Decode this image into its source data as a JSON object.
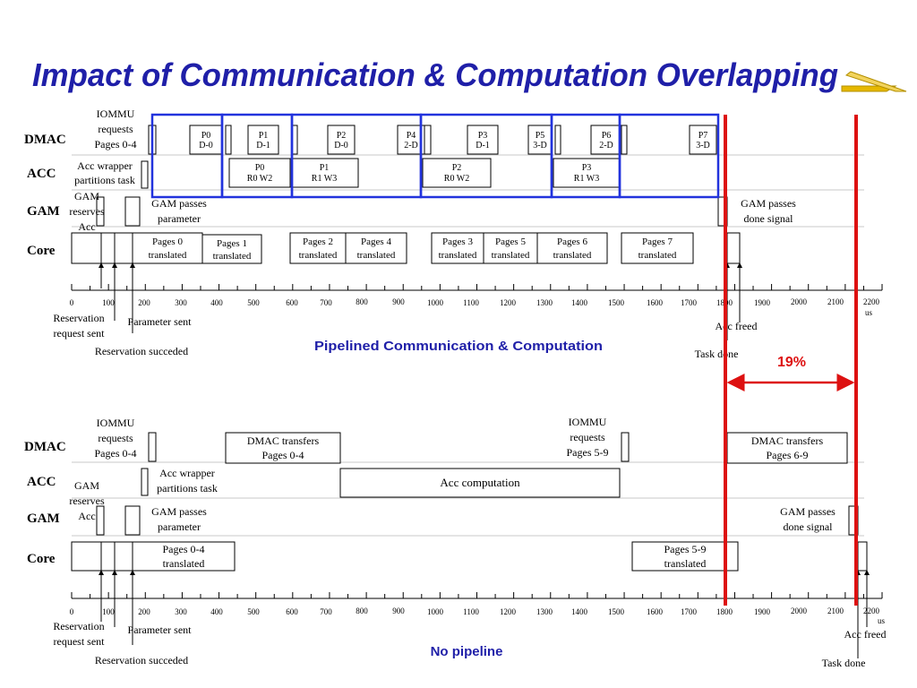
{
  "slide": {
    "title": "Impact of Communication & Computation Overlapping",
    "title_color": "#1f1fa8",
    "ornament_color": "#e6b800",
    "rows": [
      "DMAC",
      "ACC",
      "GAM",
      "Core"
    ],
    "axis_ticks": [
      "0",
      "100",
      "200",
      "300",
      "400",
      "500",
      "600",
      "700",
      "800",
      "900",
      "1000",
      "1100",
      "1200",
      "1300",
      "1400",
      "1500",
      "1600",
      "1700",
      "1800",
      "1900",
      "2000",
      "2100",
      "2200"
    ],
    "axis_unit": "us",
    "highlight_color": "#dd1111",
    "group_color": "#2233dd"
  },
  "pipelined": {
    "caption": "Pipelined Communication & Computation",
    "dmac_boxes": [
      {
        "l1": "P0",
        "l2": "D-0"
      },
      {
        "l1": "P1",
        "l2": "D-1"
      },
      {
        "l1": "P2",
        "l2": "D-0"
      },
      {
        "l1": "P4",
        "l2": "2-D"
      },
      {
        "l1": "P3",
        "l2": "D-1"
      },
      {
        "l1": "P5",
        "l2": "3-D"
      },
      {
        "l1": "P6",
        "l2": "2-D"
      },
      {
        "l1": "P7",
        "l2": "3-D"
      }
    ],
    "acc_boxes": [
      {
        "l1": "P0",
        "l2": "R0 W2"
      },
      {
        "l1": "P1",
        "l2": "R1 W3"
      },
      {
        "l1": "P2",
        "l2": "R0 W2"
      },
      {
        "l1": "P3",
        "l2": "R1 W3"
      }
    ],
    "core_boxes": [
      {
        "l1": "Pages 0",
        "l2": "translated"
      },
      {
        "l1": "Pages 1",
        "l2": "translated"
      },
      {
        "l1": "Pages 2",
        "l2": "translated"
      },
      {
        "l1": "Pages 4",
        "l2": "translated"
      },
      {
        "l1": "Pages 3",
        "l2": "translated"
      },
      {
        "l1": "Pages 5",
        "l2": "translated"
      },
      {
        "l1": "Pages 6",
        "l2": "translated"
      },
      {
        "l1": "Pages 7",
        "l2": "translated"
      }
    ],
    "iommu": [
      "IOMMU",
      "requests",
      "Pages 0-4"
    ],
    "acc_wrapper": [
      "Acc wrapper",
      "partitions task"
    ],
    "gam_reserves": [
      "GAM",
      "reserves",
      "Acc"
    ],
    "gam_passes_param": [
      "GAM passes",
      "parameter"
    ],
    "gam_passes_done": [
      "GAM passes",
      "done signal"
    ],
    "reservation_sent": [
      "Reservation",
      "request sent"
    ],
    "parameter_sent": "Parameter sent",
    "reservation_succeded": "Reservation succeded",
    "acc_freed": "Acc freed",
    "task_done": "Task done",
    "speedup": "19%"
  },
  "nopipe": {
    "caption": "No pipeline",
    "iommu1": [
      "IOMMU",
      "requests",
      "Pages 0-4"
    ],
    "iommu2": [
      "IOMMU",
      "requests",
      "Pages 5-9"
    ],
    "dmac1": [
      "DMAC transfers",
      "Pages 0-4"
    ],
    "dmac2": [
      "DMAC transfers",
      "Pages 6-9"
    ],
    "acc_wrapper": [
      "Acc wrapper",
      "partitions task"
    ],
    "acc_computation": "Acc computation",
    "gam_reserves": [
      "GAM",
      "reserves",
      "Acc"
    ],
    "gam_passes_param": [
      "GAM passes",
      "parameter"
    ],
    "gam_passes_done": [
      "GAM passes",
      "done signal"
    ],
    "core1": [
      "Pages 0-4",
      "translated"
    ],
    "core2": [
      "Pages 5-9",
      "translated"
    ],
    "reservation_sent": [
      "Reservation",
      "request sent"
    ],
    "parameter_sent": "Parameter sent",
    "reservation_succeded": "Reservation succeded",
    "acc_freed": "Acc freed",
    "task_done": "Task done"
  }
}
